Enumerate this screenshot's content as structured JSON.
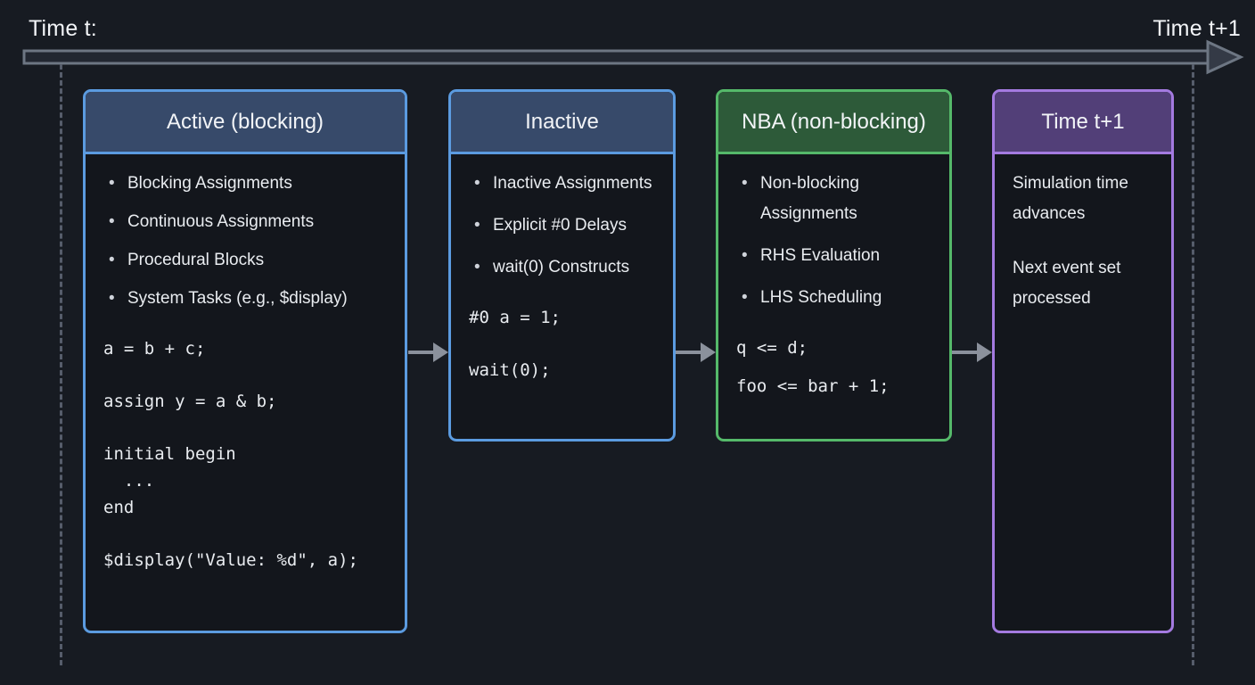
{
  "timeline": {
    "left_label": "Time t:",
    "right_label": "Time t+1"
  },
  "colors": {
    "background": "#171b22",
    "box_body": "#13161c",
    "blue_accent": "#5b9be0",
    "blue_header_bg": "#374a6a",
    "green_accent": "#55b96a",
    "green_header_bg": "#2d5a39",
    "purple_accent": "#a47ae0",
    "purple_header_bg": "#523f78",
    "timeline_stroke": "#6d7683",
    "dashed_line": "#565d6b",
    "flow_arrow": "#8b919c",
    "text": "#eef0f4"
  },
  "columns": [
    {
      "title": "Active (blocking)",
      "bullets": [
        "Blocking Assignments",
        "Continuous Assignments",
        "Procedural Blocks",
        "System Tasks (e.g., $display)"
      ],
      "code": [
        "a = b + c;",
        "assign y = a & b;",
        "initial begin",
        "  ...",
        "end",
        "$display(\"Value: %d\", a);"
      ],
      "accent": "#5b9be0",
      "header_bg": "#374a6a"
    },
    {
      "title": "Inactive",
      "bullets": [
        "Inactive Assignments",
        "Explicit #0 Delays",
        "wait(0) Constructs"
      ],
      "code": [
        "#0 a = 1;",
        "wait(0);"
      ],
      "accent": "#5b9be0",
      "header_bg": "#374a6a"
    },
    {
      "title": "NBA (non-blocking)",
      "bullets": [
        "Non-blocking Assignments",
        "RHS Evaluation",
        "LHS Scheduling"
      ],
      "code": [
        "q <= d;",
        "foo <= bar + 1;"
      ],
      "accent": "#55b96a",
      "header_bg": "#2d5a39"
    },
    {
      "title": "Time t+1",
      "paragraphs": [
        "Simulation time advances",
        "Next event set processed"
      ],
      "accent": "#a47ae0",
      "header_bg": "#523f78"
    }
  ]
}
